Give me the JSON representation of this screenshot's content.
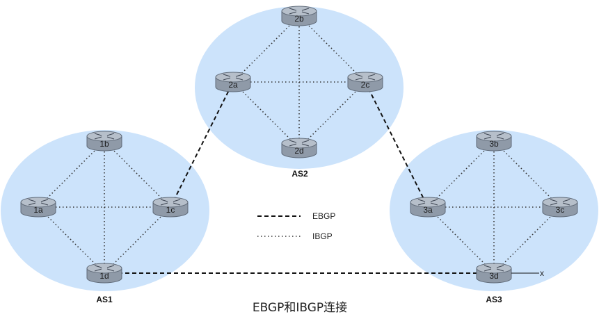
{
  "clouds": [
    {
      "id": "AS2",
      "label": "AS2"
    },
    {
      "id": "AS1",
      "label": "AS1"
    },
    {
      "id": "AS3",
      "label": "AS3"
    }
  ],
  "routers": [
    {
      "id": "2b",
      "label": "2b"
    },
    {
      "id": "2a",
      "label": "2a"
    },
    {
      "id": "2c",
      "label": "2c"
    },
    {
      "id": "2d",
      "label": "2d"
    },
    {
      "id": "1b",
      "label": "1b"
    },
    {
      "id": "1a",
      "label": "1a"
    },
    {
      "id": "1c",
      "label": "1c"
    },
    {
      "id": "1d",
      "label": "1d"
    },
    {
      "id": "3b",
      "label": "3b"
    },
    {
      "id": "3a",
      "label": "3a"
    },
    {
      "id": "3c",
      "label": "3c"
    },
    {
      "id": "3d",
      "label": "3d"
    }
  ],
  "links": {
    "ibgp": [
      [
        "2b",
        "2a"
      ],
      [
        "2b",
        "2c"
      ],
      [
        "2b",
        "2d"
      ],
      [
        "2a",
        "2c"
      ],
      [
        "2a",
        "2d"
      ],
      [
        "2c",
        "2d"
      ],
      [
        "1b",
        "1a"
      ],
      [
        "1b",
        "1c"
      ],
      [
        "1b",
        "1d"
      ],
      [
        "1a",
        "1c"
      ],
      [
        "1a",
        "1d"
      ],
      [
        "1c",
        "1d"
      ],
      [
        "3b",
        "3a"
      ],
      [
        "3b",
        "3c"
      ],
      [
        "3b",
        "3d"
      ],
      [
        "3a",
        "3c"
      ],
      [
        "3a",
        "3d"
      ],
      [
        "3c",
        "3d"
      ]
    ],
    "ebgp": [
      [
        "1c",
        "2a"
      ],
      [
        "2c",
        "3a"
      ],
      [
        "1d",
        "3d"
      ]
    ]
  },
  "legend": {
    "ebgp_label": "EBGP",
    "ibgp_label": "IBGP"
  },
  "external_label": "x",
  "caption": "EBGP和IBGP连接"
}
